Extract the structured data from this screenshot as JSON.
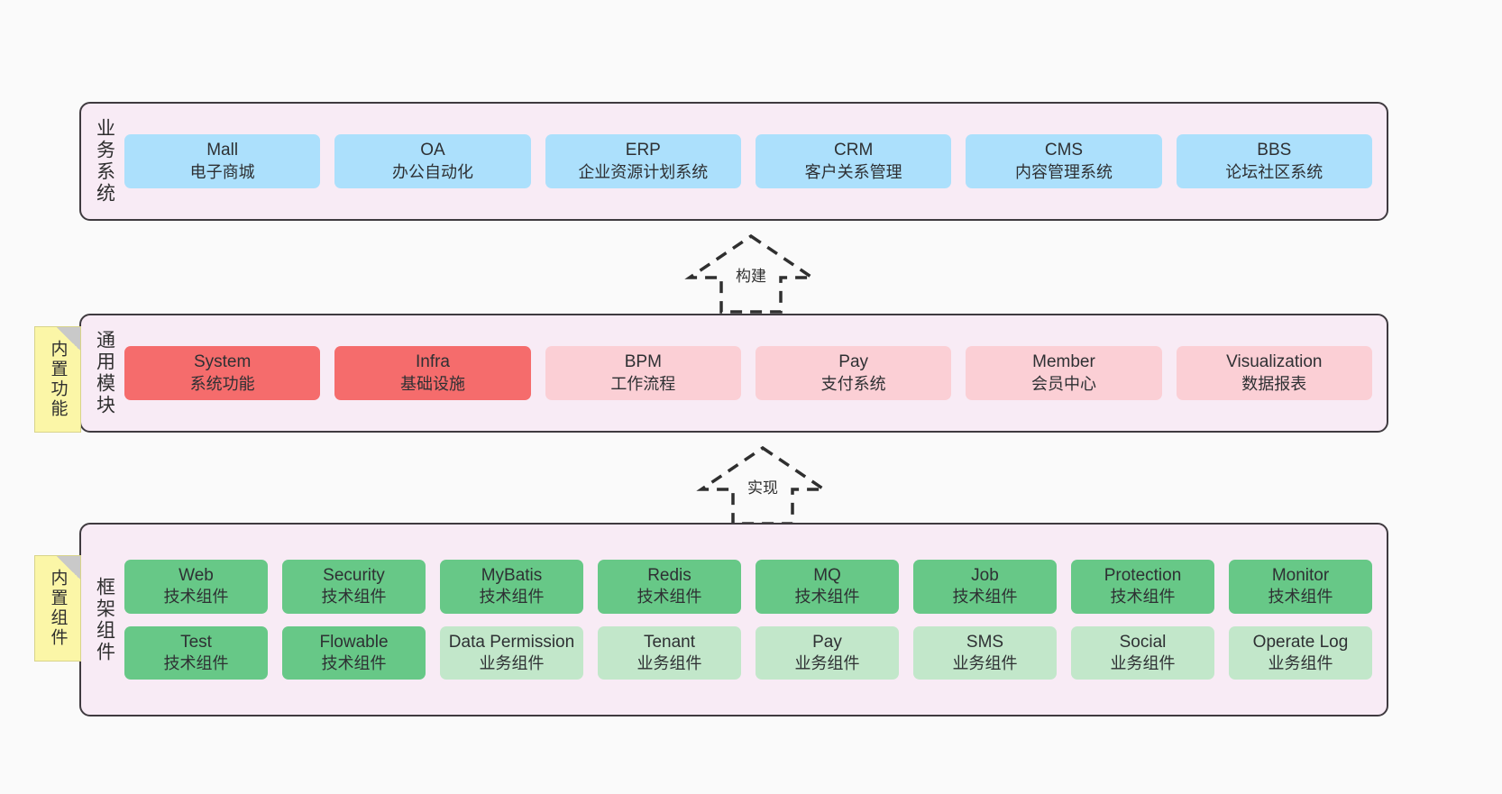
{
  "diagram": {
    "background_color": "#fafafa",
    "layer_background_color": "#f8ebf5",
    "layer_border_color": "#3f3a3f",
    "note_color": "#fbf6a7"
  },
  "notes": [
    {
      "label": "内置功能"
    },
    {
      "label": "内置组件"
    }
  ],
  "connectors": [
    {
      "label": "构建"
    },
    {
      "label": "实现"
    }
  ],
  "layers": [
    {
      "title": "业务系统",
      "rows": [
        {
          "cells": [
            {
              "en": "Mall",
              "cn": "电子商城",
              "color": "#ace0fc",
              "style": "c-blue"
            },
            {
              "en": "OA",
              "cn": "办公自动化",
              "color": "#ace0fc",
              "style": "c-blue"
            },
            {
              "en": "ERP",
              "cn": "企业资源计划系统",
              "color": "#ace0fc",
              "style": "c-blue"
            },
            {
              "en": "CRM",
              "cn": "客户关系管理",
              "color": "#ace0fc",
              "style": "c-blue"
            },
            {
              "en": "CMS",
              "cn": "内容管理系统",
              "color": "#ace0fc",
              "style": "c-blue"
            },
            {
              "en": "BBS",
              "cn": "论坛社区系统",
              "color": "#ace0fc",
              "style": "c-blue"
            }
          ]
        }
      ]
    },
    {
      "title": "通用模块",
      "rows": [
        {
          "cells": [
            {
              "en": "System",
              "cn": "系统功能",
              "color": "#f56c6c",
              "style": "c-red"
            },
            {
              "en": "Infra",
              "cn": "基础设施",
              "color": "#f56c6c",
              "style": "c-red"
            },
            {
              "en": "BPM",
              "cn": "工作流程",
              "color": "#fbcfd5",
              "style": "c-pink"
            },
            {
              "en": "Pay",
              "cn": "支付系统",
              "color": "#fbcfd5",
              "style": "c-pink"
            },
            {
              "en": "Member",
              "cn": "会员中心",
              "color": "#fbcfd5",
              "style": "c-pink"
            },
            {
              "en": "Visualization",
              "cn": "数据报表",
              "color": "#fbcfd5",
              "style": "c-pink"
            }
          ]
        }
      ]
    },
    {
      "title": "框架组件",
      "rows": [
        {
          "cells": [
            {
              "en": "Web",
              "cn": "技术组件",
              "color": "#67c887",
              "style": "c-green"
            },
            {
              "en": "Security",
              "cn": "技术组件",
              "color": "#67c887",
              "style": "c-green"
            },
            {
              "en": "MyBatis",
              "cn": "技术组件",
              "color": "#67c887",
              "style": "c-green"
            },
            {
              "en": "Redis",
              "cn": "技术组件",
              "color": "#67c887",
              "style": "c-green"
            },
            {
              "en": "MQ",
              "cn": "技术组件",
              "color": "#67c887",
              "style": "c-green"
            },
            {
              "en": "Job",
              "cn": "技术组件",
              "color": "#67c887",
              "style": "c-green"
            },
            {
              "en": "Protection",
              "cn": "技术组件",
              "color": "#67c887",
              "style": "c-green"
            },
            {
              "en": "Monitor",
              "cn": "技术组件",
              "color": "#67c887",
              "style": "c-green"
            }
          ]
        },
        {
          "cells": [
            {
              "en": "Test",
              "cn": "技术组件",
              "color": "#67c887",
              "style": "c-green"
            },
            {
              "en": "Flowable",
              "cn": "技术组件",
              "color": "#67c887",
              "style": "c-green"
            },
            {
              "en": "Data Permission",
              "cn": "业务组件",
              "color": "#c2e7ca",
              "style": "c-lightgreen"
            },
            {
              "en": "Tenant",
              "cn": "业务组件",
              "color": "#c2e7ca",
              "style": "c-lightgreen"
            },
            {
              "en": "Pay",
              "cn": "业务组件",
              "color": "#c2e7ca",
              "style": "c-lightgreen"
            },
            {
              "en": "SMS",
              "cn": "业务组件",
              "color": "#c2e7ca",
              "style": "c-lightgreen"
            },
            {
              "en": "Social",
              "cn": "业务组件",
              "color": "#c2e7ca",
              "style": "c-lightgreen"
            },
            {
              "en": "Operate Log",
              "cn": "业务组件",
              "color": "#c2e7ca",
              "style": "c-lightgreen"
            }
          ]
        }
      ]
    }
  ]
}
